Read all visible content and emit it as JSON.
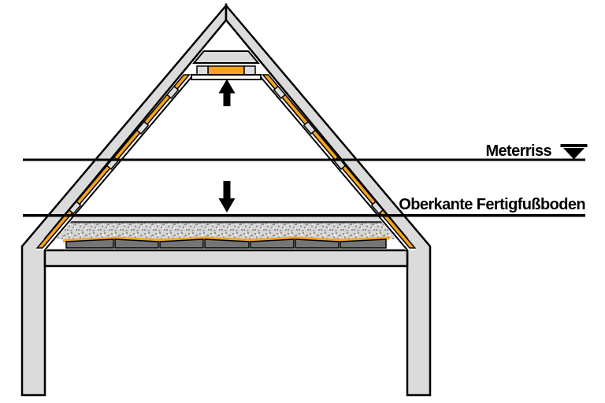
{
  "diagram": {
    "labels": {
      "meterriss": "Meterriss",
      "oberkante": "Oberkante Fertigfußboden"
    },
    "icons": {
      "benchmark_symbol": "surveyor-benchmark-triangle",
      "arrow_up": "up-arrow",
      "arrow_down": "down-arrow"
    },
    "colors": {
      "structure_gray": "#DBDBDB",
      "block_gray": "#DDDDDD",
      "insulation_orange": "#F5A31C",
      "boards_gray": "#757575",
      "fill_base": "#D6D6D6",
      "fill_speckle": "#8E8E8E",
      "dark_layer": "#3A3A3A",
      "line_black": "#000000",
      "cladding_white": "#FFFFFF"
    }
  }
}
